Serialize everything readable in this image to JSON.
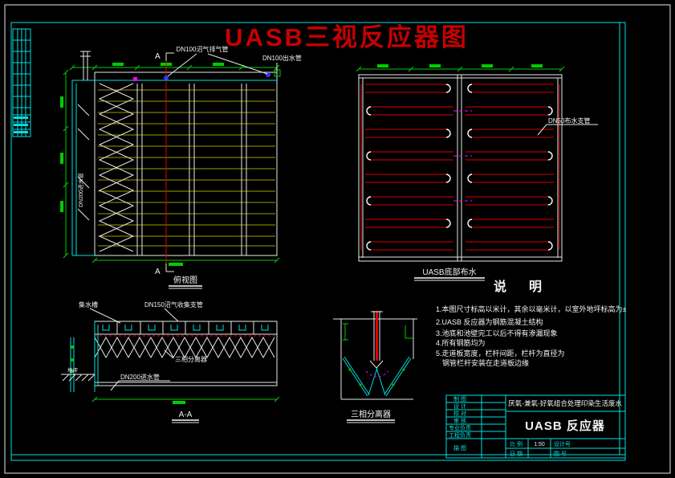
{
  "page_title": "UASB三视反应器图",
  "colors": {
    "background": "#000000",
    "line_white": "#e8e8e8",
    "line_cyan": "#00dfdf",
    "line_green": "#00cc00",
    "line_red": "#e00000",
    "line_olive": "#9c9c00",
    "title_red": "#c80000"
  },
  "views": {
    "front": {
      "caption": "俯视图",
      "section_mark_top": "A",
      "section_mark_bottom": "A",
      "label_gas_vent": "DN100沼气排气管",
      "label_outlet": "DN100出水管",
      "label_riser": "DN200进水管"
    },
    "plan": {
      "caption": "UASB底部布水",
      "label_branch": "DN50布水支管"
    },
    "section_aa": {
      "caption": "A-A",
      "label_trough": "集水槽",
      "label_gas_branch": "DN150沼气收集支管",
      "label_separator": "三相分离器",
      "label_inlet": "DN200进水管",
      "label_ground": "地坪"
    },
    "separator_detail": {
      "caption": "三相分离器"
    }
  },
  "notes": {
    "title": "说　明",
    "items": [
      "1.本图尺寸标高以米计，其余以毫米计，以室外地坪标高为±",
      "2.UASB 反应器为钢筋混凝土结构",
      "3.池底和池壁完工以后不得有渗漏现象",
      "4.所有钢筋均为",
      "5.走道板宽度，栏杆间距，栏杆为直径为",
      "钢管栏杆安装在走道板边缘"
    ]
  },
  "title_block": {
    "project": "厌氧-兼氧-好氧组合处理印染生活废水",
    "drawing_title": "UASB 反应器",
    "rows": [
      "制 图",
      "设 计",
      "校 对",
      "审 核",
      "专业负责",
      "工程负责"
    ],
    "tracing": "描 图",
    "scale_label": "比 例",
    "scale_value": "1:50",
    "date_label": "日 期",
    "design_no_label": "设计号",
    "drawing_no_label": "图 号"
  }
}
